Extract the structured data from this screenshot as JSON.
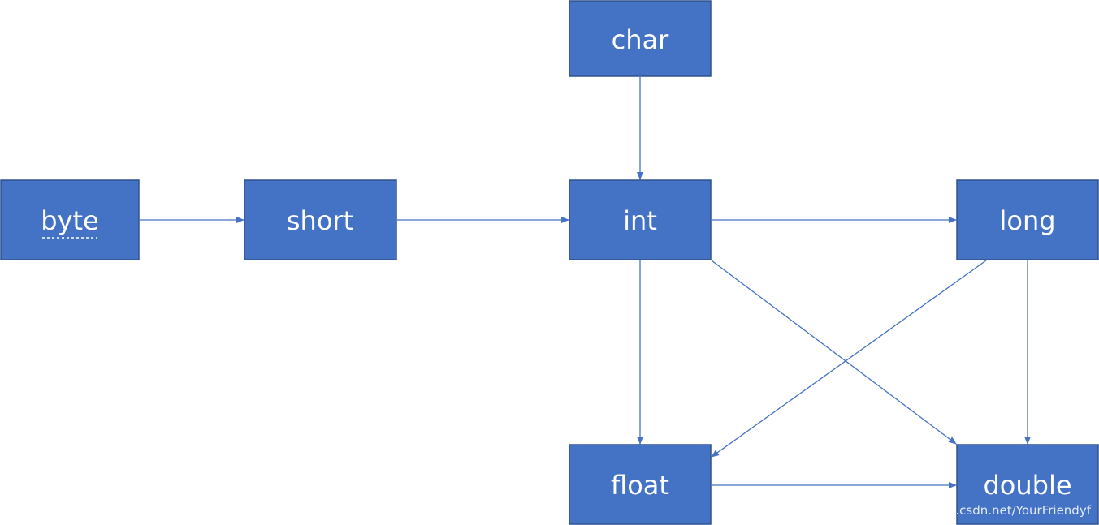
{
  "nodes": [
    {
      "id": "char",
      "label": "char"
    },
    {
      "id": "byte",
      "label": "byte"
    },
    {
      "id": "short",
      "label": "short"
    },
    {
      "id": "int",
      "label": "int"
    },
    {
      "id": "long",
      "label": "long"
    },
    {
      "id": "float",
      "label": "float"
    },
    {
      "id": "double",
      "label": "double"
    }
  ],
  "edges": [
    {
      "from": "byte",
      "to": "short"
    },
    {
      "from": "short",
      "to": "int"
    },
    {
      "from": "char",
      "to": "int"
    },
    {
      "from": "int",
      "to": "long"
    },
    {
      "from": "int",
      "to": "float"
    },
    {
      "from": "int",
      "to": "double"
    },
    {
      "from": "long",
      "to": "float"
    },
    {
      "from": "long",
      "to": "double"
    },
    {
      "from": "float",
      "to": "double"
    }
  ],
  "colors": {
    "node_fill": "#4472c4",
    "node_border": "#2f528f",
    "node_text": "#ffffff",
    "edge": "#4472c4"
  },
  "watermark": "g.csdn.net/YourFriendyf"
}
